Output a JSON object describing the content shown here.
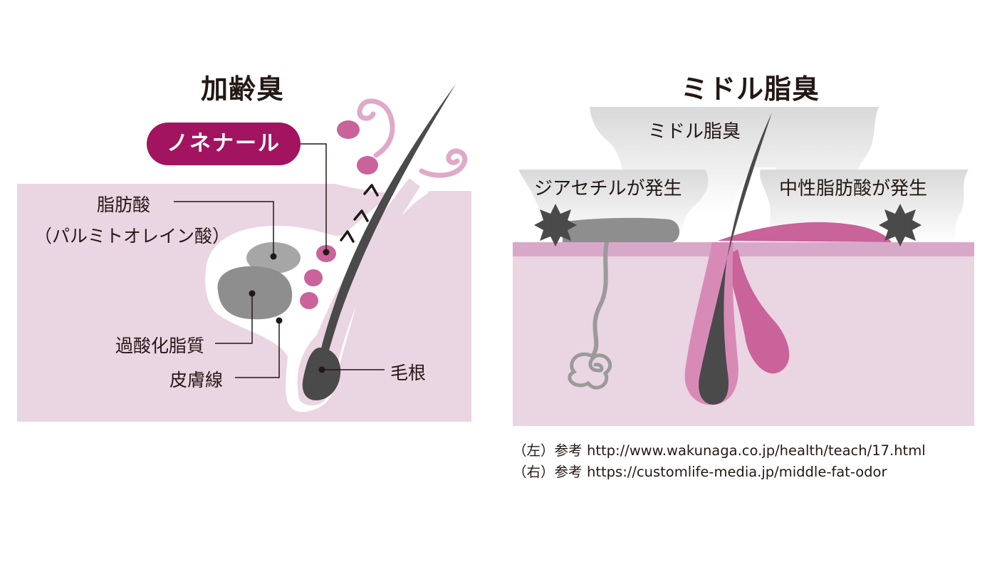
{
  "left": {
    "title": "加齢臭",
    "badge": "ノネナール",
    "labels": {
      "fatty_acid_1": "脂肪酸",
      "fatty_acid_2": "（パルミトオレイン酸）",
      "lipid_peroxide": "過酸化脂質",
      "sebaceous_gland": "皮膚線",
      "hair_root": "毛根"
    }
  },
  "right": {
    "title": "ミドル脂臭",
    "cloud_label": "ミドル脂臭",
    "left_label": "ジアセチルが発生",
    "right_label": "中性脂肪酸が発生"
  },
  "sources": [
    {
      "tag": "（左）参考",
      "url": "http://www.wakunaga.co.jp/health/teach/17.html"
    },
    {
      "tag": "（右）参考",
      "url": "https://customlife-media.jp/middle-fat-odor"
    }
  ],
  "colors": {
    "skin": "#ead5e2",
    "skin_band": "#d8a8c9",
    "odor_magenta": "#c9639a",
    "badge": "#a2145f",
    "hair": "#4a4a4a",
    "gray_blob": "#8e8e8e"
  }
}
